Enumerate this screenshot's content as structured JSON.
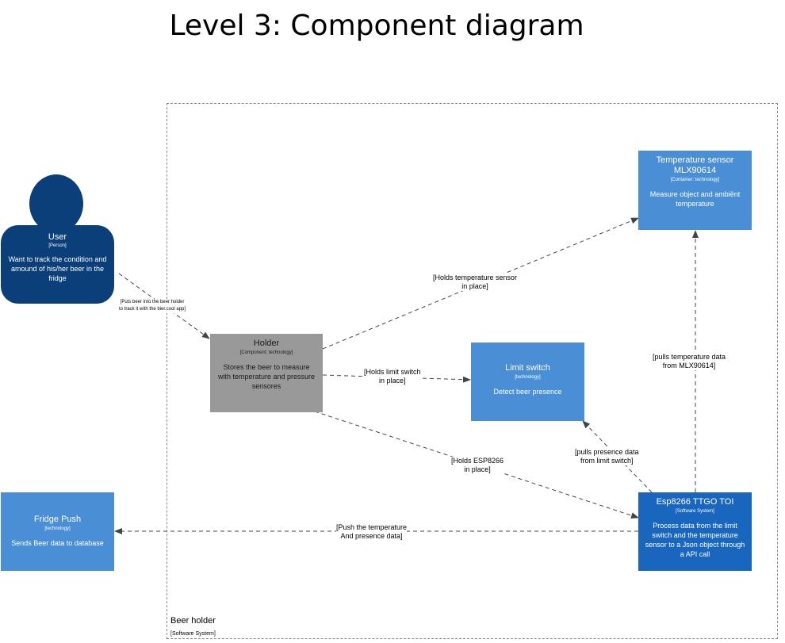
{
  "title": "Level 3: Component diagram",
  "boundary": {
    "name": "Beer holder",
    "type": "[Software System]"
  },
  "user": {
    "name": "User",
    "type": "[Person]",
    "description": "Want to track the condition and amound of his/her beer in the fridge"
  },
  "holder": {
    "name": "Holder",
    "type": "[Component: technology]",
    "description": "Stores the beer to measure with temperature and pressure sensores"
  },
  "temp_sensor": {
    "name": "Temperature sensor MLX90614",
    "type": "[Container: technology]",
    "description": "Measure object and ambiënt temperature"
  },
  "limit_switch": {
    "name": "Limit switch",
    "type": "[technology]",
    "description": "Detect beer presence"
  },
  "esp": {
    "name": "Esp8266 TTGO TOI",
    "type": "[Software System]",
    "description": "Process data from the limit switch and the temperature sensor to a Json object through a API call"
  },
  "fridge_push": {
    "name": "Fridge Push",
    "type": "[technology]",
    "description": "Sends Beer data to database"
  },
  "relations": {
    "user_holder_1": "[Puts beer into the beer holder",
    "user_holder_2": "to track it with the bier.cool app]",
    "holder_temp_1": "[Holds temperature sensor",
    "holder_temp_2": "in place]",
    "holder_limit_1": "[Holds limit switch",
    "holder_limit_2": "in place]",
    "holder_esp_1": "[Holds ESP8266",
    "holder_esp_2": "in place]",
    "esp_limit_1": "[pulls presence data",
    "esp_limit_2": "from limit switch]",
    "esp_temp_1": "[pulls temperature data",
    "esp_temp_2": "from MLX90614]",
    "esp_fridge_1": "[Push the temperature",
    "esp_fridge_2": "And presence data]"
  },
  "colors": {
    "person": "#0a3f7a",
    "container": "#4a8fd6",
    "system": "#1866be",
    "component": "#999999"
  }
}
